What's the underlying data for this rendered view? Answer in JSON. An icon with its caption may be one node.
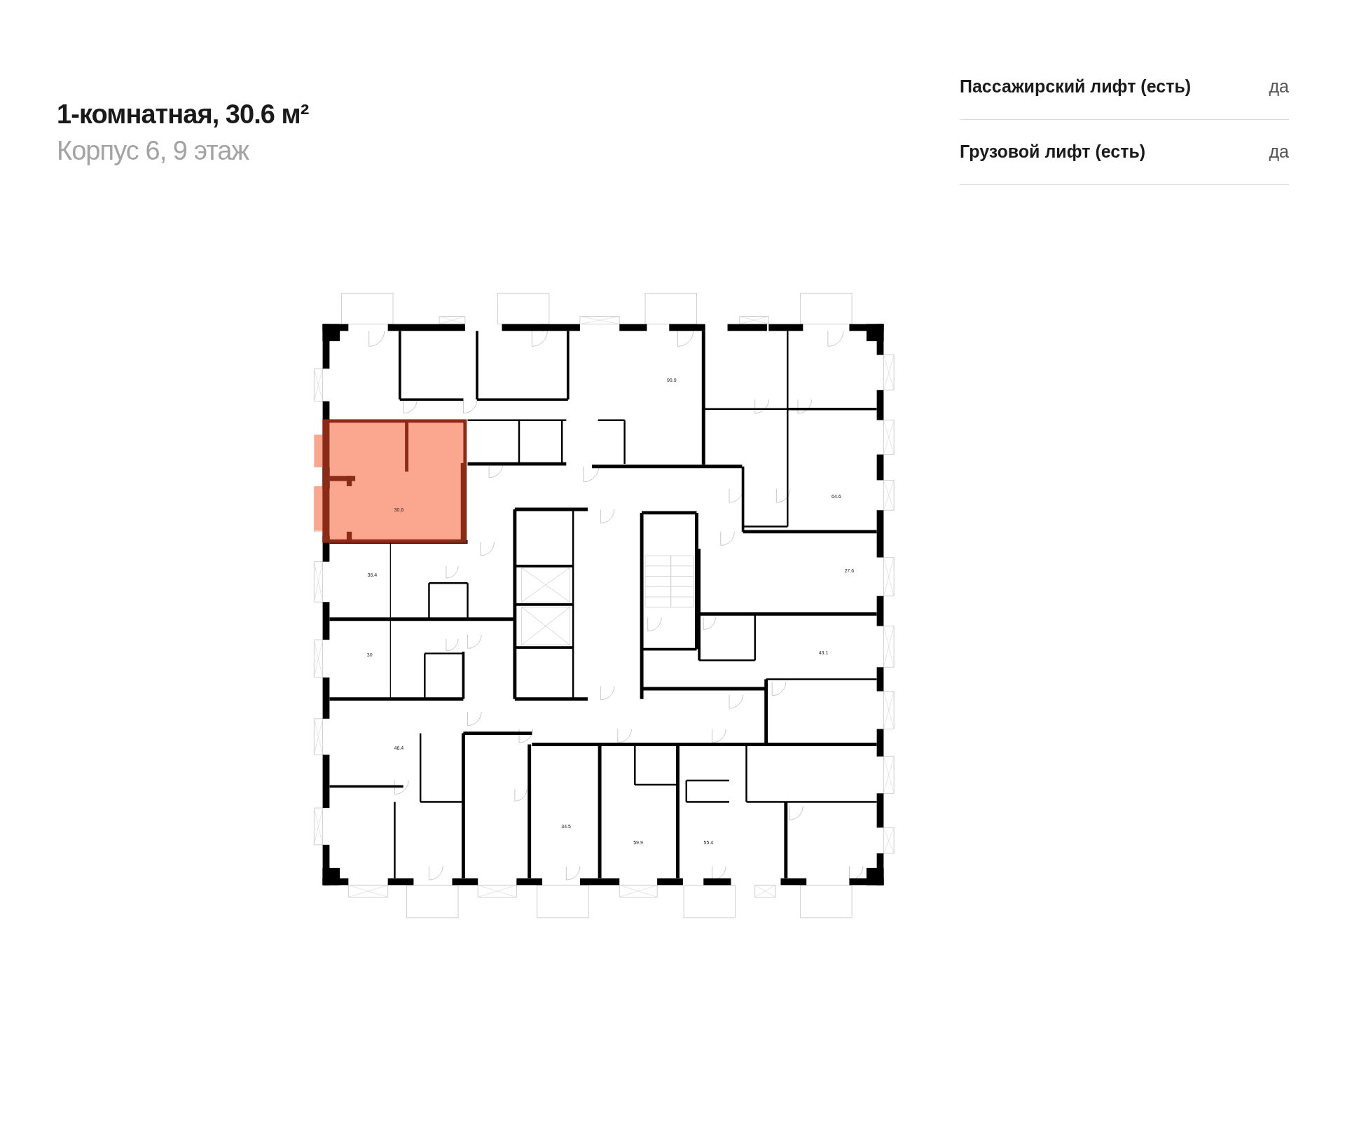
{
  "diagram": {
    "title": "1-комнатная, 30.6 м²",
    "labels": [
      "Корпус 6, 9 этаж",
      "Пассажирский лифт (есть)",
      "да",
      "Грузовой лифт (есть)",
      "да",
      "90.9",
      "64.6",
      "30.6",
      "36.4",
      "27.6",
      "30",
      "43.1",
      "46.4",
      "34.5",
      "59.9",
      "55.4"
    ]
  }
}
